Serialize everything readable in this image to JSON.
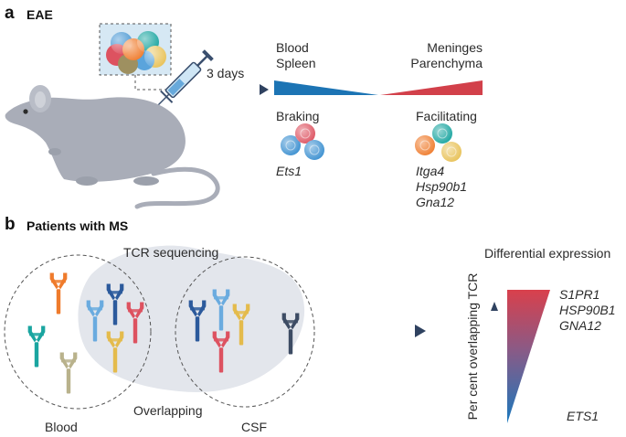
{
  "panel_a": {
    "letter": "a",
    "title": "EAE",
    "time_label": "3 days",
    "left_tissues": [
      "Blood",
      "Spleen"
    ],
    "right_tissues": [
      "Meninges",
      "Parenchyma"
    ],
    "braking": {
      "label": "Braking",
      "genes": [
        "Ets1"
      ]
    },
    "facilitating": {
      "label": "Facilitating",
      "genes": [
        "Itga4",
        "Hsp90b1",
        "Gna12"
      ]
    }
  },
  "panel_b": {
    "letter": "b",
    "title": "Patients with MS",
    "tcr_label": "TCR sequencing",
    "blood_label": "Blood",
    "overlap_label": "Overlapping",
    "csf_label": "CSF",
    "diff_title": "Differential expression",
    "axis_label": "Per cent overlapping TCR",
    "high_genes": [
      "S1PR1",
      "HSP90B1",
      "GNA12"
    ],
    "low_genes": [
      "ETS1"
    ]
  },
  "colors": {
    "blue": "#1c74b4",
    "red": "#d2404a",
    "navy": "#2f4260",
    "overlap_fill": "#e3e6ec",
    "mouse": "#a9adb8"
  }
}
